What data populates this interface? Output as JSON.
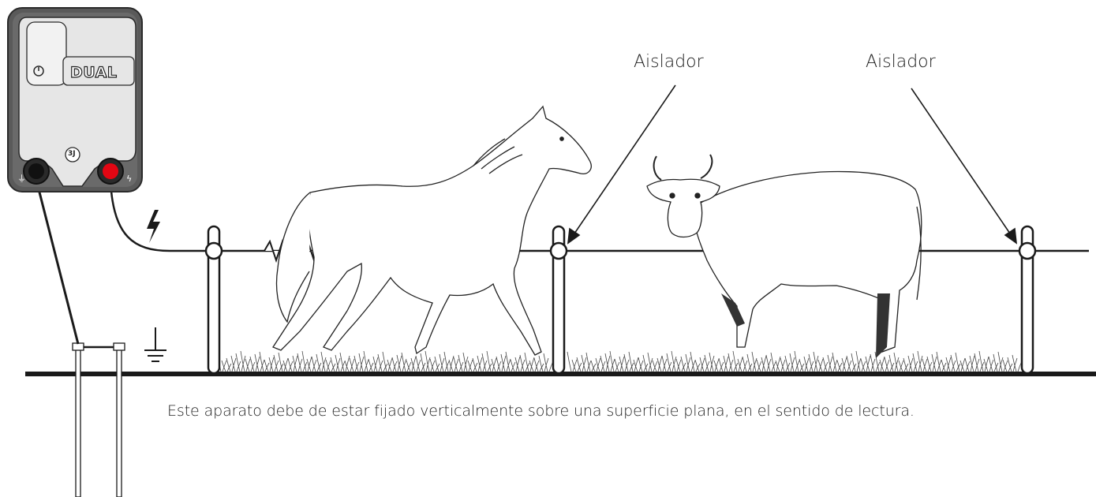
{
  "device": {
    "brand": "DUAL",
    "joule_badge": "3J",
    "ground_terminal_color": "#1a1a1a",
    "live_terminal_color": "#e30613",
    "casing_color": "#5a5a5a"
  },
  "labels": {
    "insulator_left": "Aislador",
    "insulator_right": "Aislador",
    "note": "Este aparato debe de estar fijado verticalmente sobre una superficie plana, en el sentido de lectura."
  },
  "icons": [
    "power-icon",
    "lightning-icon",
    "ground-symbol-icon",
    "horse-illustration",
    "cow-illustration"
  ],
  "colors": {
    "line": "#1a1a1a",
    "accent_red": "#e30613",
    "background": "#ffffff"
  }
}
